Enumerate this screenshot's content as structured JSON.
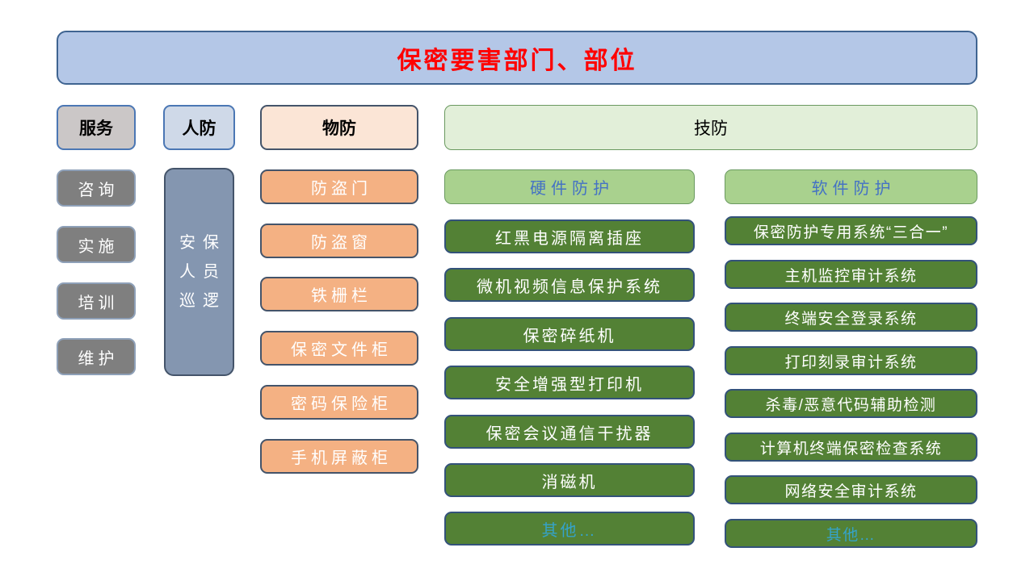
{
  "title": {
    "text": "保密要害部门、部位",
    "color": "#ff0000"
  },
  "headers": {
    "service": "服务",
    "personnel": "人防",
    "physical": "物防",
    "technical": "技防"
  },
  "service": {
    "items": [
      "咨询",
      "实施",
      "培训",
      "维护"
    ]
  },
  "personnel": {
    "lines": [
      "安保",
      "人员",
      "巡逻"
    ]
  },
  "physical": {
    "items": [
      "防盗门",
      "防盗窗",
      "铁栅栏",
      "保密文件柜",
      "密码保险柜",
      "手机屏蔽柜"
    ]
  },
  "hardware": {
    "header": "硬件防护",
    "items": [
      "红黑电源隔离插座",
      "微机视频信息保护系统",
      "保密碎纸机",
      "安全增强型打印机",
      "保密会议通信干扰器",
      "消磁机",
      "其他…"
    ]
  },
  "software": {
    "header": "软件防护",
    "items": [
      "保密防护专用系统“三合一”",
      "主机监控审计系统",
      "终端安全登录系统",
      "打印刻录审计系统",
      "杀毒/恶意代码辅助检测",
      "计算机终端保密检查系统",
      "网络安全审计系统",
      "其他…"
    ]
  },
  "colors": {
    "title_fill": "#b4c7e7",
    "title_text": "#ff0000",
    "service_header_fill": "#cbc7c7",
    "personnel_header_fill": "#cfd9e8",
    "physical_header_fill": "#fbe5d6",
    "technical_header_fill": "#e2efd9",
    "gray_item_fill": "#7f7f7f",
    "personnel_item_fill": "#8496b0",
    "orange_item_fill": "#f4b183",
    "light_green_fill": "#a9d18e",
    "dark_green_fill": "#538135",
    "blue_text": "#4472c4",
    "cyan_text": "#35a3c9"
  }
}
